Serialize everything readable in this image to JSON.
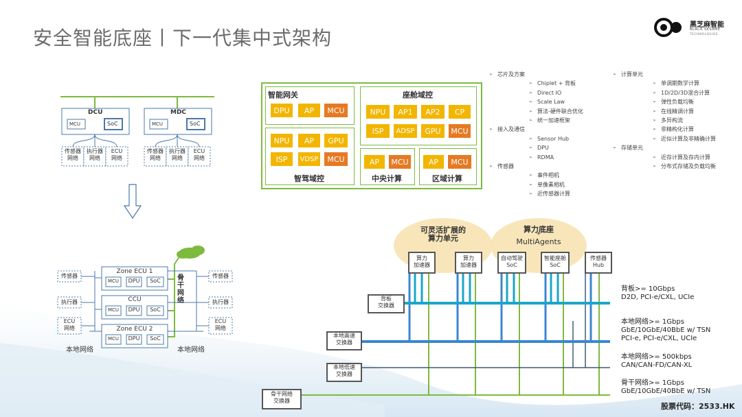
{
  "page": {
    "title": "安全智能底座丨下一代集中式架构",
    "stock_code": "股票代码：2533.HK"
  },
  "logo": {
    "name_cn": "黑芝麻智能",
    "name_en_1": "BLACK SESAME",
    "name_en_2": "TECHNOLOGIES"
  },
  "legacy_arch": {
    "dcu": {
      "title": "DCU",
      "mcu": "MCU",
      "soc": "SoC"
    },
    "mdc": {
      "title": "MDC",
      "mcu": "MCU",
      "soc": "SoC"
    },
    "dcu_leaves": [
      "传感器\n网络",
      "执行器\n网络",
      "ECU\n网络"
    ],
    "mdc_leaves": [
      "传感器\n网络",
      "执行器\n网络",
      "ECU\n网络"
    ]
  },
  "zonal_arch": {
    "zone1": {
      "title": "Zone ECU 1",
      "chips": [
        "MCU",
        "DPU",
        "SoC"
      ]
    },
    "ccu": {
      "title": "CCU",
      "chips": [
        "MCU",
        "DPU",
        "SoC"
      ]
    },
    "zone2": {
      "title": "Zone ECU 2",
      "chips": [
        "MCU",
        "DPU",
        "SoC"
      ]
    },
    "left_nodes": [
      "传感器",
      "执行器",
      "ECU\n网络"
    ],
    "right_nodes": [
      "传感器",
      "执行器",
      "ECU\n网络"
    ],
    "backbone_label": "骨干网络",
    "left_network_label": "本地网络",
    "right_network_label": "本地网络"
  },
  "domain_arch": {
    "gateway": {
      "title": "智能网关",
      "chips": [
        "DPU",
        "AP",
        "MCU"
      ]
    },
    "cockpit": {
      "title": "座舱域控",
      "row1": [
        "NPU",
        "AP1",
        "AP2",
        "CP"
      ],
      "row2": [
        "ISP",
        "ADSP",
        "GPU",
        "MCU"
      ]
    },
    "adas": {
      "title": "智驾域控",
      "row1": [
        "NPU",
        "AP",
        "GPU"
      ],
      "row2": [
        "ISP",
        "VDSP",
        "MCU"
      ]
    },
    "central": {
      "title": "中央计算",
      "chips": [
        "AP",
        "MCU"
      ]
    },
    "zone": {
      "title": "区域计算",
      "chips": [
        "AP",
        "MCU"
      ]
    }
  },
  "bullets": {
    "col1": [
      {
        "level": 1,
        "text": "芯片及方案"
      },
      {
        "level": 2,
        "text": "Chiplet + 背板"
      },
      {
        "level": 2,
        "text": "Direct IO"
      },
      {
        "level": 2,
        "text": "Scale Law"
      },
      {
        "level": 2,
        "text": "算法-硬件联合优化"
      },
      {
        "level": 2,
        "text": "统一加速框架"
      },
      {
        "level": 1,
        "text": "接入及通信"
      },
      {
        "level": 2,
        "text": "Sensor Hub"
      },
      {
        "level": 2,
        "text": "DPU"
      },
      {
        "level": 2,
        "text": "RDMA"
      },
      {
        "level": 1,
        "text": "传感器"
      },
      {
        "level": 2,
        "text": "事件相机"
      },
      {
        "level": 2,
        "text": "单像素相机"
      },
      {
        "level": 2,
        "text": "近传感器计算"
      }
    ],
    "col2": [
      {
        "level": 1,
        "text": "计算单元"
      },
      {
        "level": 2,
        "text": "单调期数学计算"
      },
      {
        "level": 2,
        "text": "1D/2D/3D混合计算"
      },
      {
        "level": 2,
        "text": "弹性负载均衡"
      },
      {
        "level": 2,
        "text": "在线精调计算"
      },
      {
        "level": 2,
        "text": "多异构流"
      },
      {
        "level": 2,
        "text": "非精构化计算"
      },
      {
        "level": 2,
        "text": "近似计算及非精确计算"
      },
      {
        "level": 1,
        "text": "存储单元"
      },
      {
        "level": 2,
        "text": "近存计算及存内计算"
      },
      {
        "level": 2,
        "text": "分布式存储及负载均衡"
      }
    ]
  },
  "network_arch": {
    "bubble_left": "可灵活扩展的\n算力单元",
    "bubble_right_1": "算力底座",
    "bubble_right_2": "+",
    "bubble_right_3": "MultiAgents",
    "units": [
      "算力\n加速器",
      "算力\n加速器",
      "自动驾驶\nSoC",
      "智能座舱\nSoC",
      "传感器\nHub"
    ],
    "switches": {
      "backplane": "背板\n交换器",
      "local_fast": "本地高速\n交换器",
      "local_slow": "本地低速\n交换器",
      "backbone": "骨干网络\n交换器"
    },
    "bus_labels": [
      {
        "line1": "背板>= 10Gbps",
        "line2": "D2D, PCI-e/CXL, UCIe",
        "line3": ""
      },
      {
        "line1": "本地网络>= 1Gbps",
        "line2": "GbE/10GbE/40BbE w/ TSN",
        "line3": "PCI-e, PCI-e/CXL, UCIe"
      },
      {
        "line1": "本地网络>= 500kbps",
        "line2": "CAN/CAN-FD/CAN-XL",
        "line3": ""
      },
      {
        "line1": "骨干网络>= 1Gbps",
        "line2": "GbE/10GbE/40BbE w/ TSN",
        "line3": ""
      }
    ],
    "colors": {
      "teal": "#1aa6c9",
      "blue": "#3a86d0",
      "green": "#7dba3e",
      "dark": "#3f5a73"
    }
  }
}
